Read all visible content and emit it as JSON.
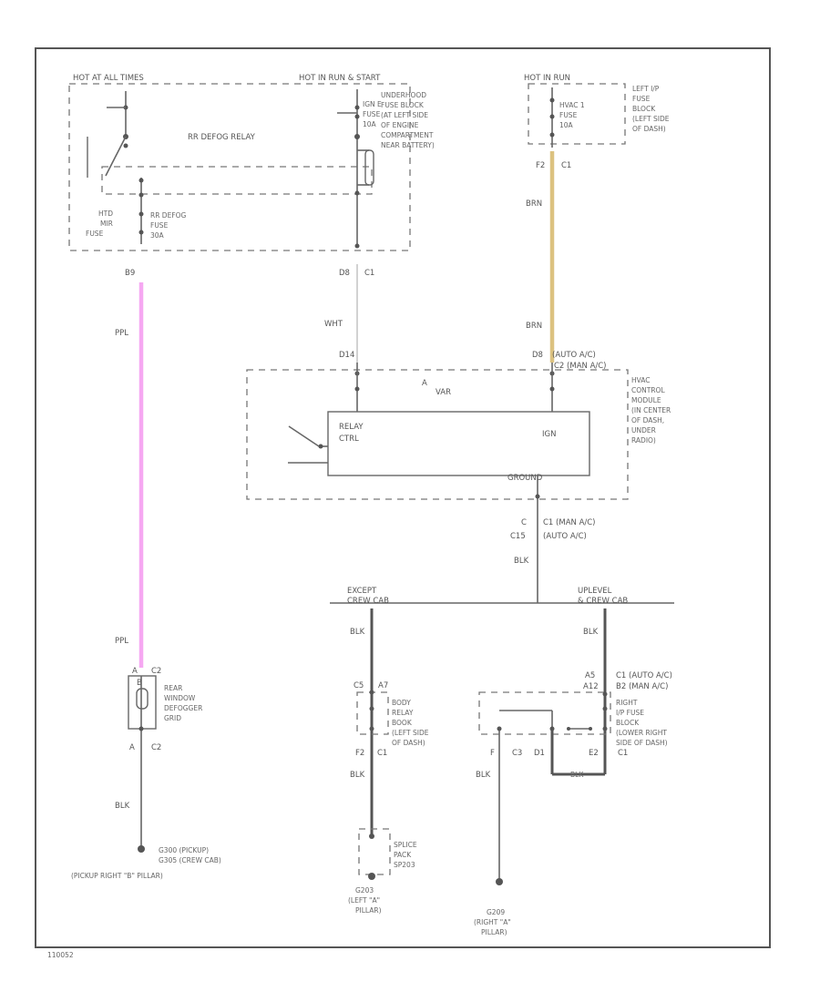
{
  "power": {
    "hot_run": "HOT AT ALL TIMES",
    "hot_start": "HOT IN RUN & START",
    "hot_run2": "HOT IN RUN"
  },
  "underhood_fuse": {
    "fuse_label": [
      "IGN E",
      "FUSE",
      "10A"
    ],
    "desc": [
      "UNDERHOOD",
      "FUSE BLOCK",
      "(AT LEFT SIDE",
      "OF ENGINE",
      "COMPARTMENT",
      "NEAR BATTERY)"
    ],
    "relay": "RR DEFOG RELAY",
    "htd_label": [
      "HTD",
      "MIR",
      "FUSE"
    ],
    "rr_fuse": [
      "RR DEFOG",
      "FUSE",
      "30A"
    ],
    "conn_b9": "B9",
    "conn_d8": "D8",
    "conn_c1": "C1"
  },
  "lh_fuse": {
    "fuse_label": [
      "HVAC 1",
      "FUSE",
      "10A"
    ],
    "desc": [
      "LEFT I/P",
      "FUSE",
      "BLOCK",
      "(LEFT SIDE",
      "OF DASH)"
    ],
    "conn_f2": "F2",
    "conn_c1": "C1"
  },
  "wires": {
    "ppl1": "PPL",
    "ppl2": "PPL",
    "wht": "WHT",
    "brn1": "BRN",
    "brn2": "BRN",
    "blk_main": "BLK",
    "blk_left": "BLK",
    "blk_right": "BLK",
    "blk_left2": "BLK",
    "blk_right2": "BLK",
    "blk_rear": "BLK",
    "blk_jumper": "BLK"
  },
  "hvac_module": {
    "conn_d14": "D14",
    "conn_d8": "D8",
    "auto": "(AUTO A/C)",
    "manual": "C2 (MAN A/C)",
    "var": "VAR",
    "pin_a": "A",
    "relay_ctrl": [
      "RELAY",
      "CTRL"
    ],
    "ign": "IGN",
    "ground": "GROUND",
    "desc": [
      "HVAC",
      "CONTROL",
      "MODULE",
      "(IN CENTER",
      "OF DASH,",
      "UNDER",
      "RADIO)"
    ],
    "conn_c": "C",
    "conn_c1man": "C1 (MAN A/C)",
    "conn_c15": "C15",
    "conn_c15auto": "(AUTO A/C)"
  },
  "branches": {
    "except": [
      "EXCEPT",
      "CREW CAB"
    ],
    "uplevel": [
      "UPLEVEL",
      "& CREW CAB"
    ]
  },
  "body_relay": {
    "c5": "C5",
    "a7": "A7",
    "desc": [
      "BODY",
      "RELAY",
      "BOOK",
      "(LEFT SIDE",
      "OF DASH)"
    ],
    "f2": "F2",
    "c1": "C1"
  },
  "splice": {
    "desc": [
      "SPLICE",
      "PACK",
      "SP203"
    ]
  },
  "rh_fuse": {
    "a5": "A5",
    "a12": "A12",
    "c1auto": "C1 (AUTO A/C)",
    "b2man": "B2 (MAN A/C)",
    "desc": [
      "RIGHT",
      "I/P FUSE",
      "BLOCK",
      "(LOWER RIGHT",
      "SIDE OF DASH)"
    ],
    "f": "F",
    "c3": "C3",
    "d1": "D1",
    "e2": "E2",
    "c1": "C1"
  },
  "grid": {
    "a": "A",
    "c2": "C2",
    "b": "B",
    "desc": [
      "REAR",
      "WINDOW",
      "DEFOGGER",
      "GRID"
    ],
    "a2": "A",
    "c2b": "C2"
  },
  "grounds": {
    "g300": [
      "G300 (PICKUP)",
      "G305 (CREW CAB)",
      "(PICKUP RIGHT \"B\" PILLAR)"
    ],
    "g203": [
      "G203",
      "(LEFT \"A\"",
      "PILLAR)"
    ],
    "g209": [
      "G209",
      "(RIGHT \"A\"",
      "PILLAR)"
    ]
  },
  "footer": {
    "code": "110052"
  },
  "colors": {
    "ppl": "#f6a8f2",
    "brn": "#dcc280",
    "wht": "#d2d2d2"
  }
}
